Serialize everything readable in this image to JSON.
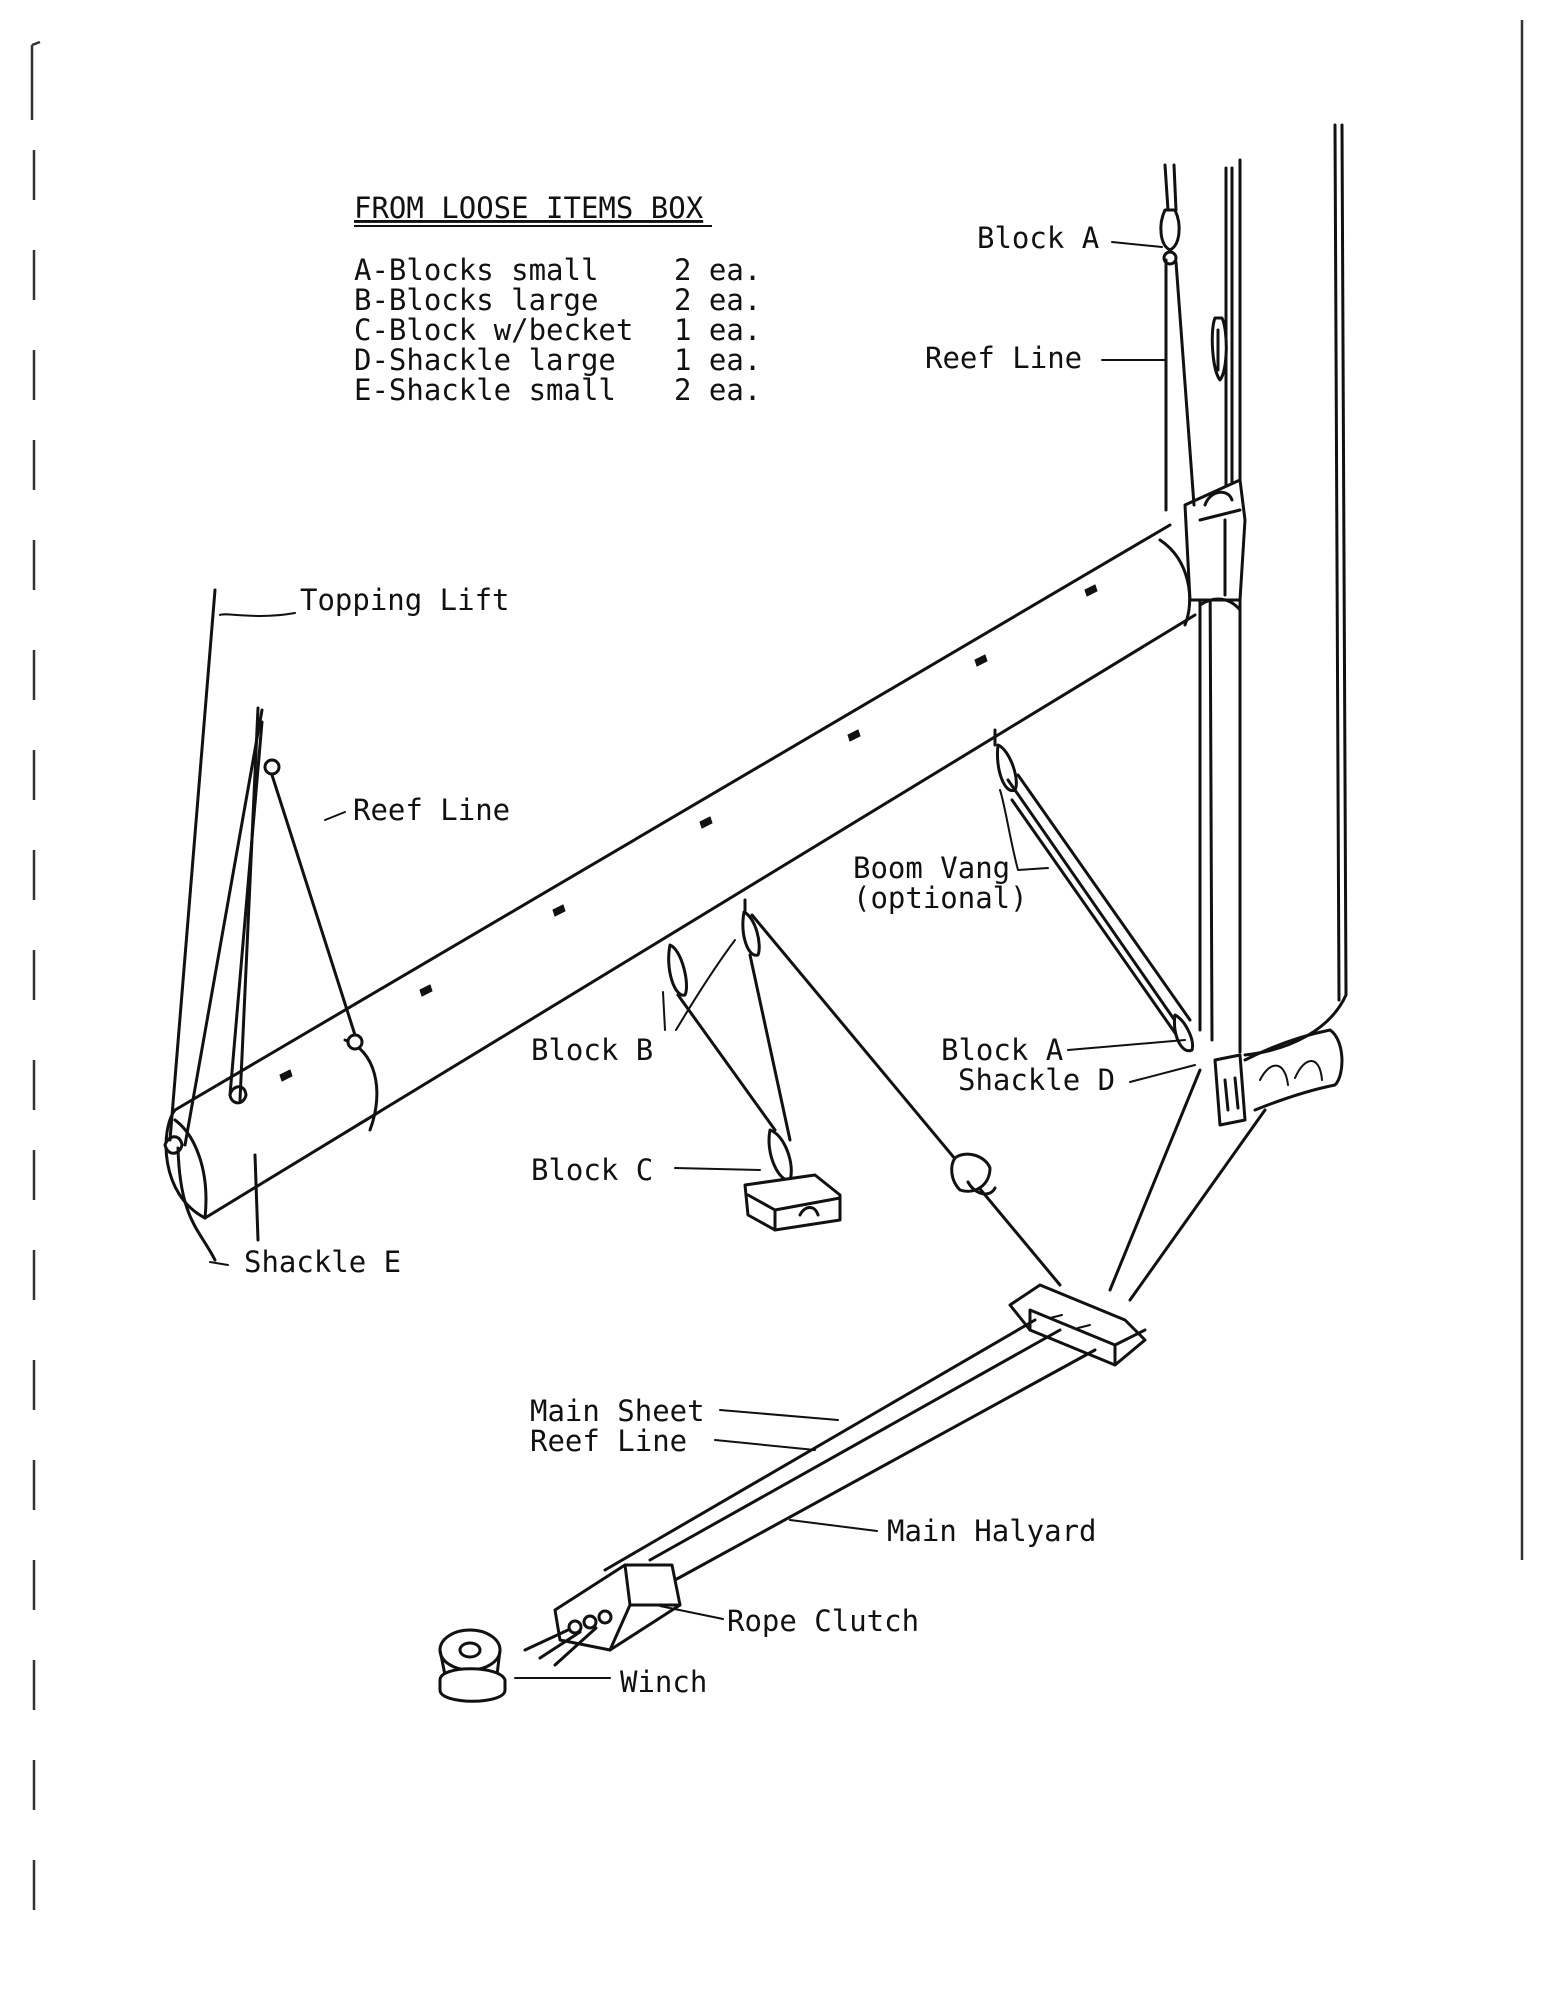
{
  "loose_items": {
    "title": "FROM LOOSE ITEMS BOX",
    "items": [
      {
        "name": "A-Blocks small",
        "qty": "2 ea."
      },
      {
        "name": "B-Blocks large",
        "qty": "2 ea."
      },
      {
        "name": "C-Block w/becket",
        "qty": "1 ea."
      },
      {
        "name": "D-Shackle large",
        "qty": "1 ea."
      },
      {
        "name": "E-Shackle small",
        "qty": "2 ea."
      }
    ]
  },
  "labels": {
    "block_a_top": "Block A",
    "reef_line_mast": "Reef Line",
    "topping_lift": "Topping Lift",
    "reef_line_boom": "Reef Line",
    "boom_vang": "Boom Vang",
    "boom_vang_note": "(optional)",
    "block_b": "Block B",
    "block_a_bottom": "Block A",
    "shackle_d": "Shackle D",
    "block_c": "Block C",
    "shackle_e": "Shackle E",
    "main_sheet": "Main Sheet",
    "reef_line_deck": "Reef Line",
    "main_halyard": "Main Halyard",
    "rope_clutch": "Rope Clutch",
    "winch": "Winch"
  }
}
